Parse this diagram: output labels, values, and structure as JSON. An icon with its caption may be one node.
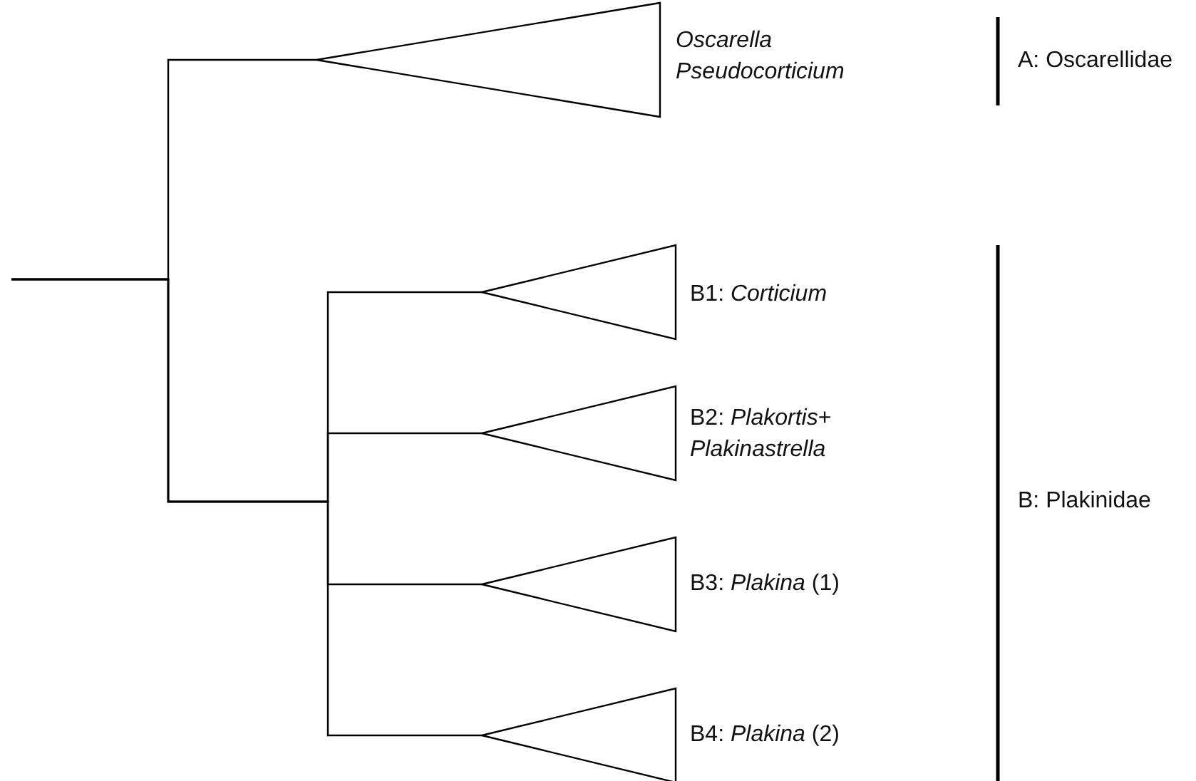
{
  "diagram": {
    "nodes": [
      {
        "text": [],
        "shape": "triangle",
        "beside": [
          "Oscarella Pseudocorticium"
        ]
      },
      {
        "text": [],
        "shape": "triangle",
        "beside": [
          "B1: *Corticium*"
        ]
      },
      {
        "text": [],
        "shape": "triangle",
        "beside": [
          "B2: *Plakortis*+ *Plakinastrella*"
        ]
      },
      {
        "text": [],
        "shape": "triangle",
        "beside": [
          "B3: *Plakina* (1)"
        ]
      },
      {
        "text": [],
        "shape": "triangle",
        "beside": [
          "B4: *Plakina* (2)"
        ]
      }
    ],
    "edges": [
      {
        "from": null,
        "to": 0,
        "arrow": "none"
      },
      {
        "from": null,
        "to": 1,
        "arrow": "none"
      },
      {
        "from": null,
        "to": 2,
        "arrow": "none"
      },
      {
        "from": null,
        "to": 3,
        "arrow": "none"
      },
      {
        "from": null,
        "to": 4,
        "arrow": "none"
      }
    ],
    "labels": [
      "A: Oscarellidae",
      "B: Plakinidae"
    ]
  }
}
